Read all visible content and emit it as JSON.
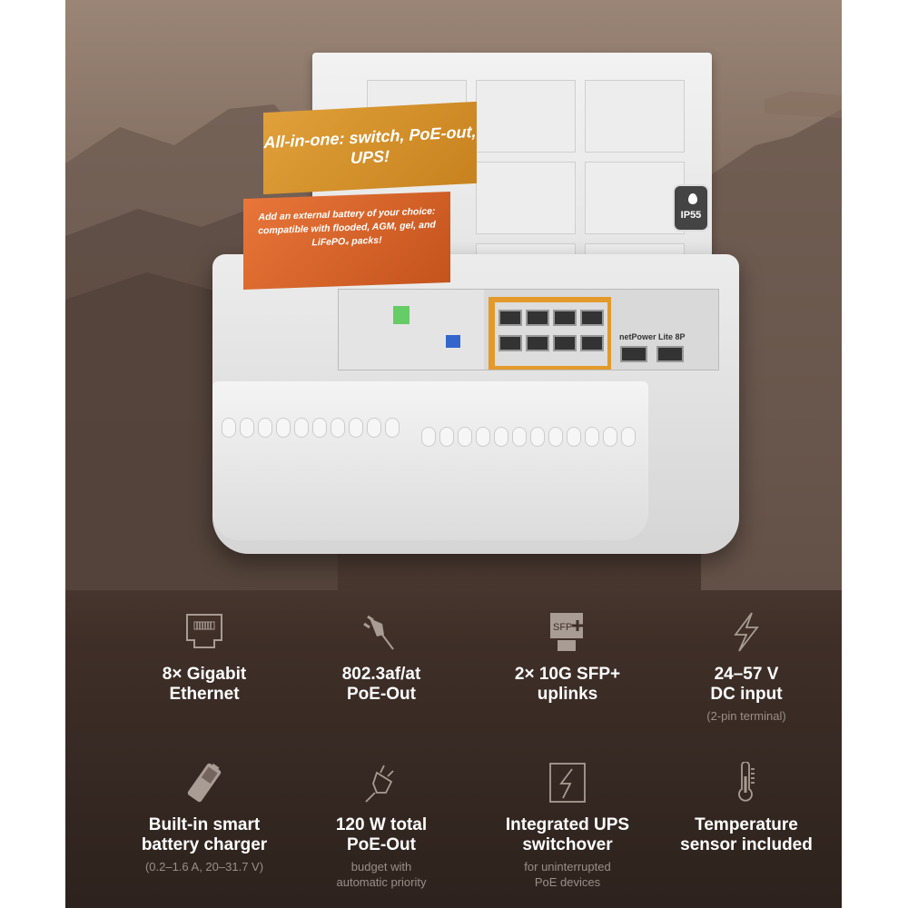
{
  "callouts": {
    "headline": "All-in-one: switch, PoE-out, UPS!",
    "battery": "Add an external battery of your choice: compatible with flooded, AGM, gel, and LiFePO₄ packs!"
  },
  "badge": {
    "label": "IP55",
    "icon": "water-drop-icon"
  },
  "device": {
    "model_label": "netPower Lite 8P"
  },
  "features": [
    {
      "icon": "ethernet-port-icon",
      "title1": "8× Gigabit",
      "title2": "Ethernet",
      "sub1": "",
      "sub2": ""
    },
    {
      "icon": "poe-plug-icon",
      "title1": "802.3af/at",
      "title2": "PoE-Out",
      "sub1": "",
      "sub2": ""
    },
    {
      "icon": "sfp-plus-icon",
      "icon_text": "SFP",
      "title1": "2× 10G SFP+",
      "title2": "uplinks",
      "sub1": "",
      "sub2": ""
    },
    {
      "icon": "lightning-icon",
      "title1": "24–57 V",
      "title2": "DC input",
      "sub1": "(2-pin terminal)",
      "sub2": ""
    },
    {
      "icon": "battery-icon",
      "title1": "Built-in smart",
      "title2": "battery charger",
      "sub1": "(0.2–1.6 A, 20–31.7 V)",
      "sub2": ""
    },
    {
      "icon": "plug-outline-icon",
      "title1": "120 W total",
      "title2": "PoE-Out",
      "sub1": "budget with",
      "sub2": "automatic priority"
    },
    {
      "icon": "ups-switchover-icon",
      "title1": "Integrated UPS",
      "title2": "switchover",
      "sub1": "for uninterrupted",
      "sub2": "PoE devices"
    },
    {
      "icon": "thermometer-icon",
      "title1": "Temperature",
      "title2": "sensor included",
      "sub1": "",
      "sub2": ""
    }
  ],
  "colors": {
    "callout_gold": "#d4922c",
    "callout_orange": "#d8652a",
    "icon": "#a89c94"
  }
}
